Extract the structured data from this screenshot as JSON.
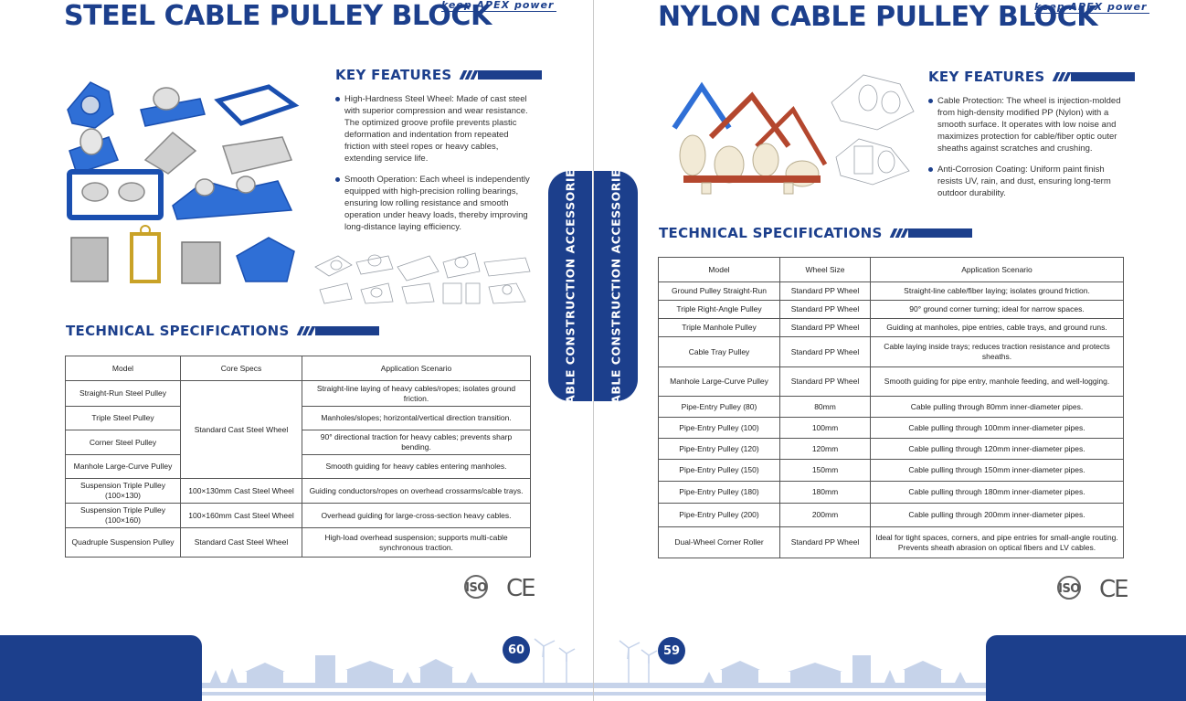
{
  "brand": {
    "slogan": "keep APEX power"
  },
  "left_page": {
    "title": "STEEL CABLE PULLEY BLOCK",
    "key_features_heading": "KEY FEATURES",
    "features": [
      "High-Hardness Steel Wheel: Made of cast steel with superior compression and wear resistance. The optimized groove profile prevents plastic deformation and indentation from repeated friction with steel ropes or heavy cables, extending service life.",
      "Smooth Operation: Each wheel is independently equipped with high-precision rolling bearings, ensuring low rolling resistance and smooth operation under heavy loads, thereby improving long-distance laying efficiency."
    ],
    "tech_heading": "TECHNICAL SPECIFICATIONS",
    "table": {
      "headers": [
        "Model",
        "Core Specs",
        "Application Scenario"
      ],
      "rows": [
        {
          "model": "Straight-Run Steel Pulley",
          "scenario": "Straight-line laying of heavy cables/ropes; isolates ground friction."
        },
        {
          "model": "Triple Steel Pulley",
          "scenario": "Manholes/slopes; horizontal/vertical direction transition."
        },
        {
          "model": "Corner Steel Pulley",
          "scenario": "90° directional traction for heavy cables; prevents sharp bending."
        },
        {
          "model": "Manhole Large-Curve Pulley",
          "scenario": "Smooth guiding for heavy cables entering manholes."
        },
        {
          "model": "Suspension Triple Pulley (100×130)",
          "spec": "100×130mm Cast Steel Wheel",
          "scenario": "Guiding conductors/ropes on overhead crossarms/cable trays."
        },
        {
          "model": "Suspension Triple Pulley (100×160)",
          "spec": "100×160mm Cast Steel Wheel",
          "scenario": "Overhead guiding for large-cross-section heavy cables."
        },
        {
          "model": "Quadruple Suspension Pulley",
          "spec": "Standard Cast Steel Wheel",
          "scenario": "High-load overhead suspension; supports multi-cable synchronous traction."
        }
      ],
      "merged_spec": "Standard Cast Steel Wheel"
    },
    "certs": {
      "iso": "ISO",
      "ce": "CE"
    },
    "side_tab": "CABLE CONSTRUCTION ACCESSORIES",
    "page_number": "60"
  },
  "right_page": {
    "title": "NYLON CABLE PULLEY BLOCK",
    "key_features_heading": "KEY FEATURES",
    "features": [
      "Cable Protection: The wheel is injection-molded from high-density modified PP (Nylon) with a smooth surface. It operates with low noise and maximizes protection for cable/fiber optic outer sheaths against scratches and crushing.",
      "Anti-Corrosion Coating: Uniform paint finish resists UV, rain, and dust, ensuring long-term outdoor durability."
    ],
    "tech_heading": "TECHNICAL SPECIFICATIONS",
    "table": {
      "headers": [
        "Model",
        "Wheel Size",
        "Application Scenario"
      ],
      "rows": [
        {
          "model": "Ground Pulley Straight-Run",
          "size": "Standard PP Wheel",
          "scenario": "Straight-line cable/fiber laying; isolates ground friction."
        },
        {
          "model": "Triple Right-Angle Pulley",
          "size": "Standard PP Wheel",
          "scenario": "90° ground corner turning; ideal for narrow spaces."
        },
        {
          "model": "Triple Manhole Pulley",
          "size": "Standard PP Wheel",
          "scenario": "Guiding at manholes, pipe entries, cable trays, and ground runs."
        },
        {
          "model": "Cable Tray Pulley",
          "size": "Standard PP Wheel",
          "scenario": "Cable laying inside trays; reduces traction resistance and protects sheaths."
        },
        {
          "model": "Manhole Large-Curve Pulley",
          "size": "Standard PP Wheel",
          "scenario": "Smooth guiding for pipe entry, manhole feeding, and well-logging."
        },
        {
          "model": "Pipe-Entry Pulley (80)",
          "size": "80mm",
          "scenario": "Cable pulling through 80mm inner-diameter pipes."
        },
        {
          "model": "Pipe-Entry Pulley (100)",
          "size": "100mm",
          "scenario": "Cable pulling through 100mm inner-diameter pipes."
        },
        {
          "model": "Pipe-Entry Pulley (120)",
          "size": "120mm",
          "scenario": "Cable pulling through 120mm inner-diameter pipes."
        },
        {
          "model": "Pipe-Entry Pulley (150)",
          "size": "150mm",
          "scenario": "Cable pulling through 150mm inner-diameter pipes."
        },
        {
          "model": "Pipe-Entry Pulley (180)",
          "size": "180mm",
          "scenario": "Cable pulling through 180mm inner-diameter pipes."
        },
        {
          "model": "Pipe-Entry Pulley (200)",
          "size": "200mm",
          "scenario": "Cable pulling through 200mm inner-diameter pipes."
        },
        {
          "model": "Dual-Wheel Corner Roller",
          "size": "Standard PP Wheel",
          "scenario": "Ideal for tight spaces, corners, and pipe entries for small-angle routing. Prevents sheath abrasion on optical fibers and LV cables."
        }
      ]
    },
    "certs": {
      "iso": "ISO",
      "ce": "CE"
    },
    "side_tab": "CABLE CONSTRUCTION ACCESSORIES",
    "page_number": "59"
  },
  "colors": {
    "brand_blue": "#1c3f8c",
    "product_blue": "#2f6fd6",
    "nylon_orange": "#b4472e",
    "nylon_cream": "#f2ead6",
    "footer_scene": "#c6d3ea"
  },
  "icons": [
    "iso-certification-icon",
    "ce-certification-icon",
    "wind-turbine-icon",
    "house-icon",
    "tree-icon"
  ]
}
